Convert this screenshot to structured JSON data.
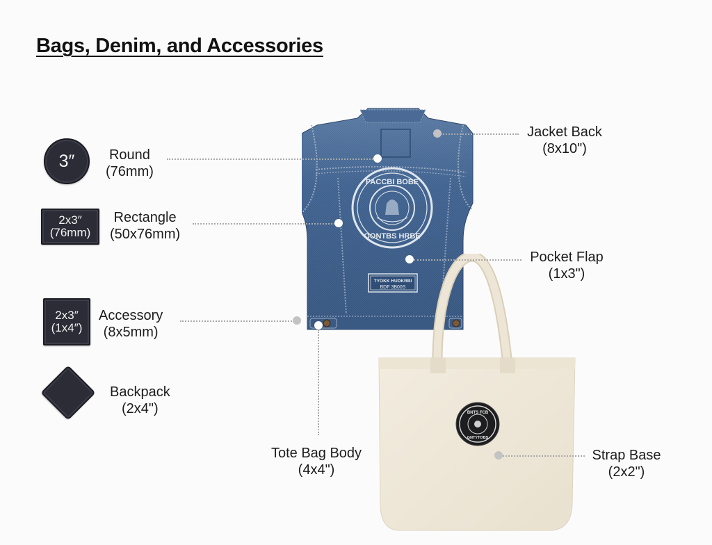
{
  "title": "Bags, Denim, and Accessories",
  "legend": [
    {
      "shape": "round",
      "patch_text": [
        "3″"
      ],
      "label": "Round",
      "size": "(76mm)"
    },
    {
      "shape": "rectangle",
      "patch_text": [
        "2x3″",
        "(76mm)"
      ],
      "label": "Rectangle",
      "size": "(50x76mm)"
    },
    {
      "shape": "square",
      "patch_text": [
        "2x3″",
        "(1x4″)"
      ],
      "label": "Accessory",
      "size": "(8x5mm)"
    },
    {
      "shape": "diamond",
      "patch_text": [],
      "label": "Backpack",
      "size": "(2x4\")"
    }
  ],
  "callouts": [
    {
      "label": "Jacket Back",
      "size": "(8x10\")"
    },
    {
      "label": "Pocket Flap",
      "size": "(1x3\")"
    },
    {
      "label": "Tote Bag Body",
      "size": "(4x4\")"
    },
    {
      "label": "Strap Base",
      "size": "(2x2\")"
    }
  ],
  "jacket": {
    "back_patch_top_text": "PACCBI BOBE",
    "back_patch_bottom_text": "OONTBS HRBE",
    "label_line1": "TYOKK HUDKRBI",
    "label_line2": "BDF 3B00S"
  },
  "tote": {
    "patch_top_text": "BNTS FCB",
    "patch_bottom_text": "GNTYTOBS"
  },
  "colors": {
    "background": "#fbfbfb",
    "patch": "#2b2c35",
    "denim": "#3e5f88",
    "canvas": "#efe8d8",
    "leader": "#a9a9a9"
  }
}
